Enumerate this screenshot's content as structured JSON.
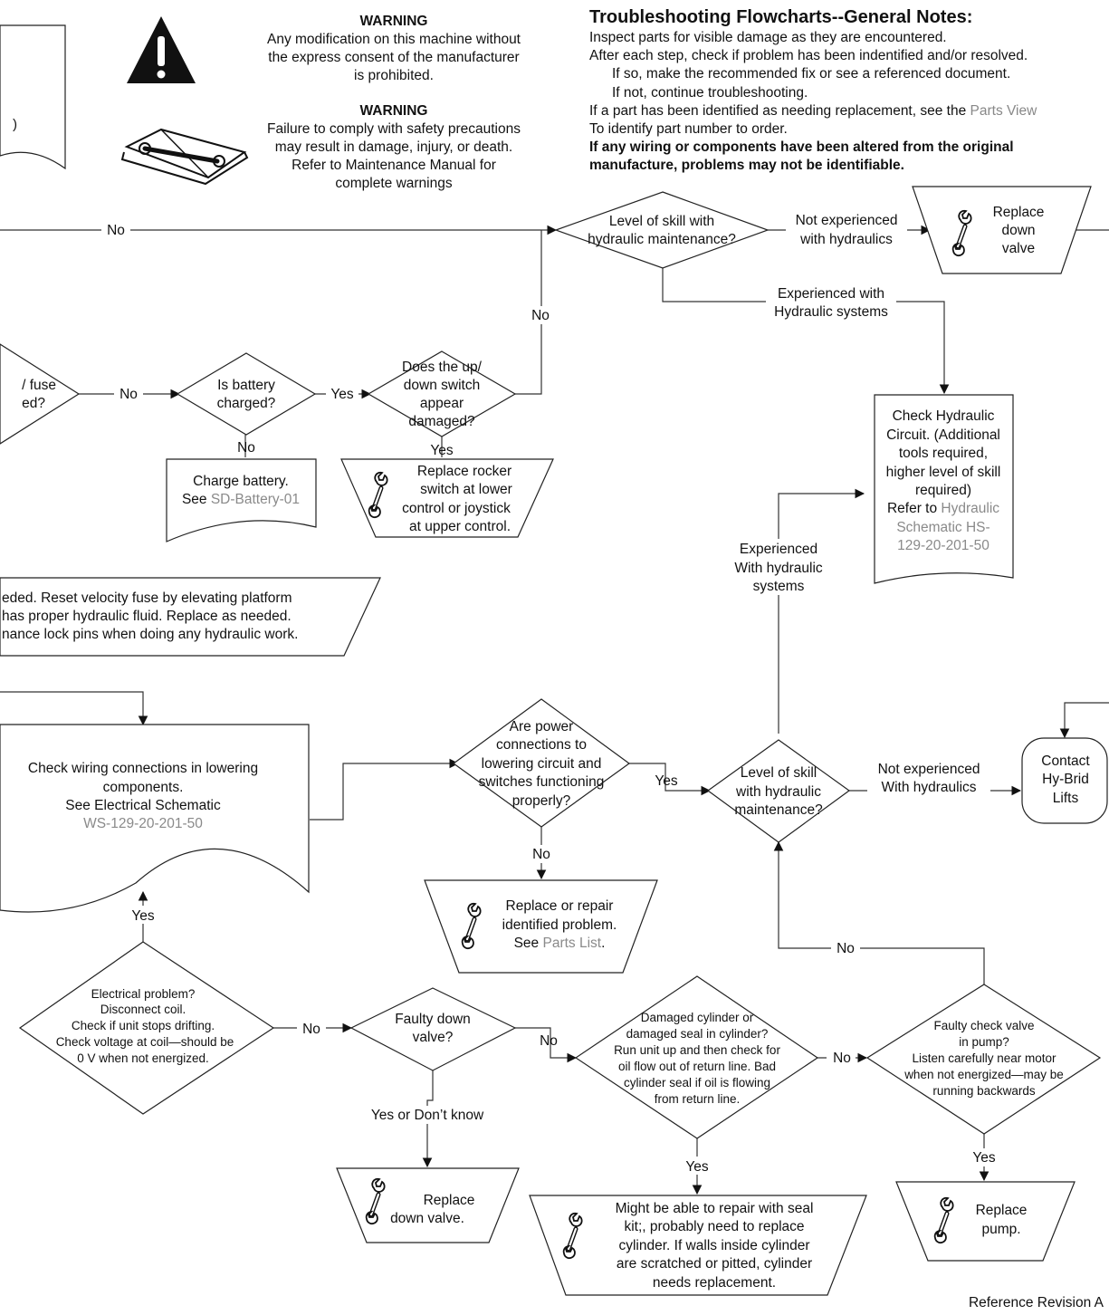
{
  "warnings": [
    {
      "heading": "WARNING",
      "lines": [
        "Any modification on this machine without",
        "the express consent of the manufacturer",
        "is prohibited."
      ]
    },
    {
      "heading": "WARNING",
      "lines": [
        "Failure to comply with safety precautions",
        "may result in damage, injury, or death.",
        "Refer to Maintenance Manual for",
        "complete warnings"
      ]
    }
  ],
  "general_notes": {
    "title": "Troubleshooting Flowcharts--General Notes:",
    "line1": "Inspect parts for visible damage as they are encountered.",
    "line2": "After each step, check if problem has been indentified and/or resolved.",
    "line3": "If so, make the recommended fix or see a referenced document.",
    "line4": "If not, continue troubleshooting.",
    "line5_pre": "If a part has been identified as needing replacement, see the ",
    "line5_link": "Parts View",
    "line6": "To identify part number to order.",
    "bold_line1": "If any wiring or components have been altered from the original",
    "bold_line2": "manufacture, problems may not be identifiable."
  },
  "partial_left": {
    "box_top_char": ")",
    "diamond_lines": [
      "/ fuse",
      "ed?"
    ],
    "note_lines": [
      "eded.  Reset velocity fuse by elevating platform",
      "has proper hydraulic fluid.  Replace as needed.",
      "nance lock pins when doing any hydraulic work."
    ]
  },
  "nodes": {
    "skill_top": [
      "Level of skill with",
      "hydraulic maintenance?"
    ],
    "replace_down_valve_top": [
      "Replace",
      "down",
      "valve"
    ],
    "battery": [
      "Is battery",
      "charged?"
    ],
    "switch": [
      "Does the up/",
      "down switch",
      "appear",
      "damaged?"
    ],
    "charge_battery": {
      "line1": "Charge battery.",
      "see": "See ",
      "link": "SD-Battery-01"
    },
    "replace_rocker": [
      "Replace rocker",
      "switch at lower",
      "control or joystick",
      "at upper control."
    ],
    "check_hydraulic": {
      "lines": [
        "Check Hydraulic",
        "Circuit. (Additional",
        "tools required,",
        "higher level of skill",
        "required)"
      ],
      "refer": "Refer to ",
      "link_lines": [
        "Hydraulic",
        "Schematic HS-",
        "129-20-201-50"
      ]
    },
    "check_wiring": {
      "lines": [
        "Check wiring connections in lowering",
        "components.",
        "See Electrical Schematic"
      ],
      "link": "WS-129-20-201-50"
    },
    "power": [
      "Are power",
      "connections to",
      "lowering circuit and",
      "switches functioning",
      "properly?"
    ],
    "skill_mid": [
      "Level of skill",
      "with hydraulic",
      "maintenance?"
    ],
    "contact": [
      "Contact",
      "Hy-Brid",
      "Lifts"
    ],
    "replace_repair": {
      "lines": [
        "Replace or repair",
        "identified problem."
      ],
      "see": "See ",
      "link": "Parts List",
      "end": "."
    },
    "electrical": [
      "Electrical problem?",
      "Disconnect coil.",
      "Check if unit stops drifting.",
      "Check voltage at coil—should be",
      "0 V when not energized."
    ],
    "faulty_down": [
      "Faulty down",
      "valve?"
    ],
    "damaged_cyl": [
      "Damaged cylinder or",
      "damaged seal in cylinder?",
      "Run unit up and then check for",
      "oil flow out of return line.  Bad",
      "cylinder seal if oil is flowing",
      "from return line."
    ],
    "check_valve": [
      "Faulty check valve",
      "in pump?",
      "Listen carefully near motor",
      "when not energized—may be",
      "running backwards"
    ],
    "replace_down_valve_bottom": [
      "Replace",
      "down valve."
    ],
    "seal_kit": [
      "Might be able to repair with seal",
      "kit;, probably need to replace",
      "cylinder.  If walls inside cylinder",
      "are scratched or pitted, cylinder",
      "needs replacement."
    ],
    "replace_pump": [
      "Replace",
      "pump."
    ]
  },
  "edge_labels": {
    "no_top": "No",
    "not_exp_top": [
      "Not experienced",
      "with hydraulics"
    ],
    "exp_with": [
      "Experienced with",
      "Hydraulic systems"
    ],
    "no_switch": "No",
    "no_fuse": "No",
    "yes_battery": "Yes",
    "no_battery": "No",
    "yes_switch": "Yes",
    "exp_mid": [
      "Experienced",
      "With hydraulic",
      "systems"
    ],
    "yes_power": "Yes",
    "not_exp_mid": [
      "Not experienced",
      "With hydraulics"
    ],
    "no_power": "No",
    "yes_electrical": "Yes",
    "no_check_valve": "No",
    "no_electrical": "No",
    "no_faulty_down": "No",
    "no_damaged_cyl": "No",
    "yes_dont_know": "Yes or Don’t know",
    "yes_damaged_cyl": "Yes",
    "yes_check_valve": "Yes"
  },
  "footer": "Reference Revision A"
}
